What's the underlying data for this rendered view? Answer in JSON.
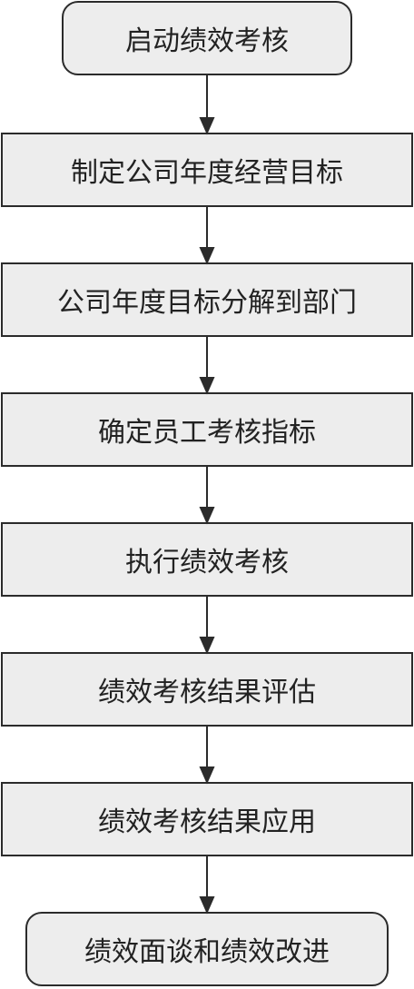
{
  "flowchart": {
    "steps": [
      {
        "label": "启动绩效考核",
        "shape": "rounded"
      },
      {
        "label": "制定公司年度经营目标",
        "shape": "rect"
      },
      {
        "label": "公司年度目标分解到部门",
        "shape": "rect"
      },
      {
        "label": "确定员工考核指标",
        "shape": "rect"
      },
      {
        "label": "执行绩效考核",
        "shape": "rect"
      },
      {
        "label": "绩效考核结果评估",
        "shape": "rect"
      },
      {
        "label": "绩效考核结果应用",
        "shape": "rect"
      },
      {
        "label": "绩效面谈和绩效改进",
        "shape": "rounded"
      }
    ]
  },
  "colors": {
    "box_fill": "#ededed",
    "box_border": "#2b2b2b",
    "arrow": "#2b2b2b",
    "text": "#222222"
  }
}
